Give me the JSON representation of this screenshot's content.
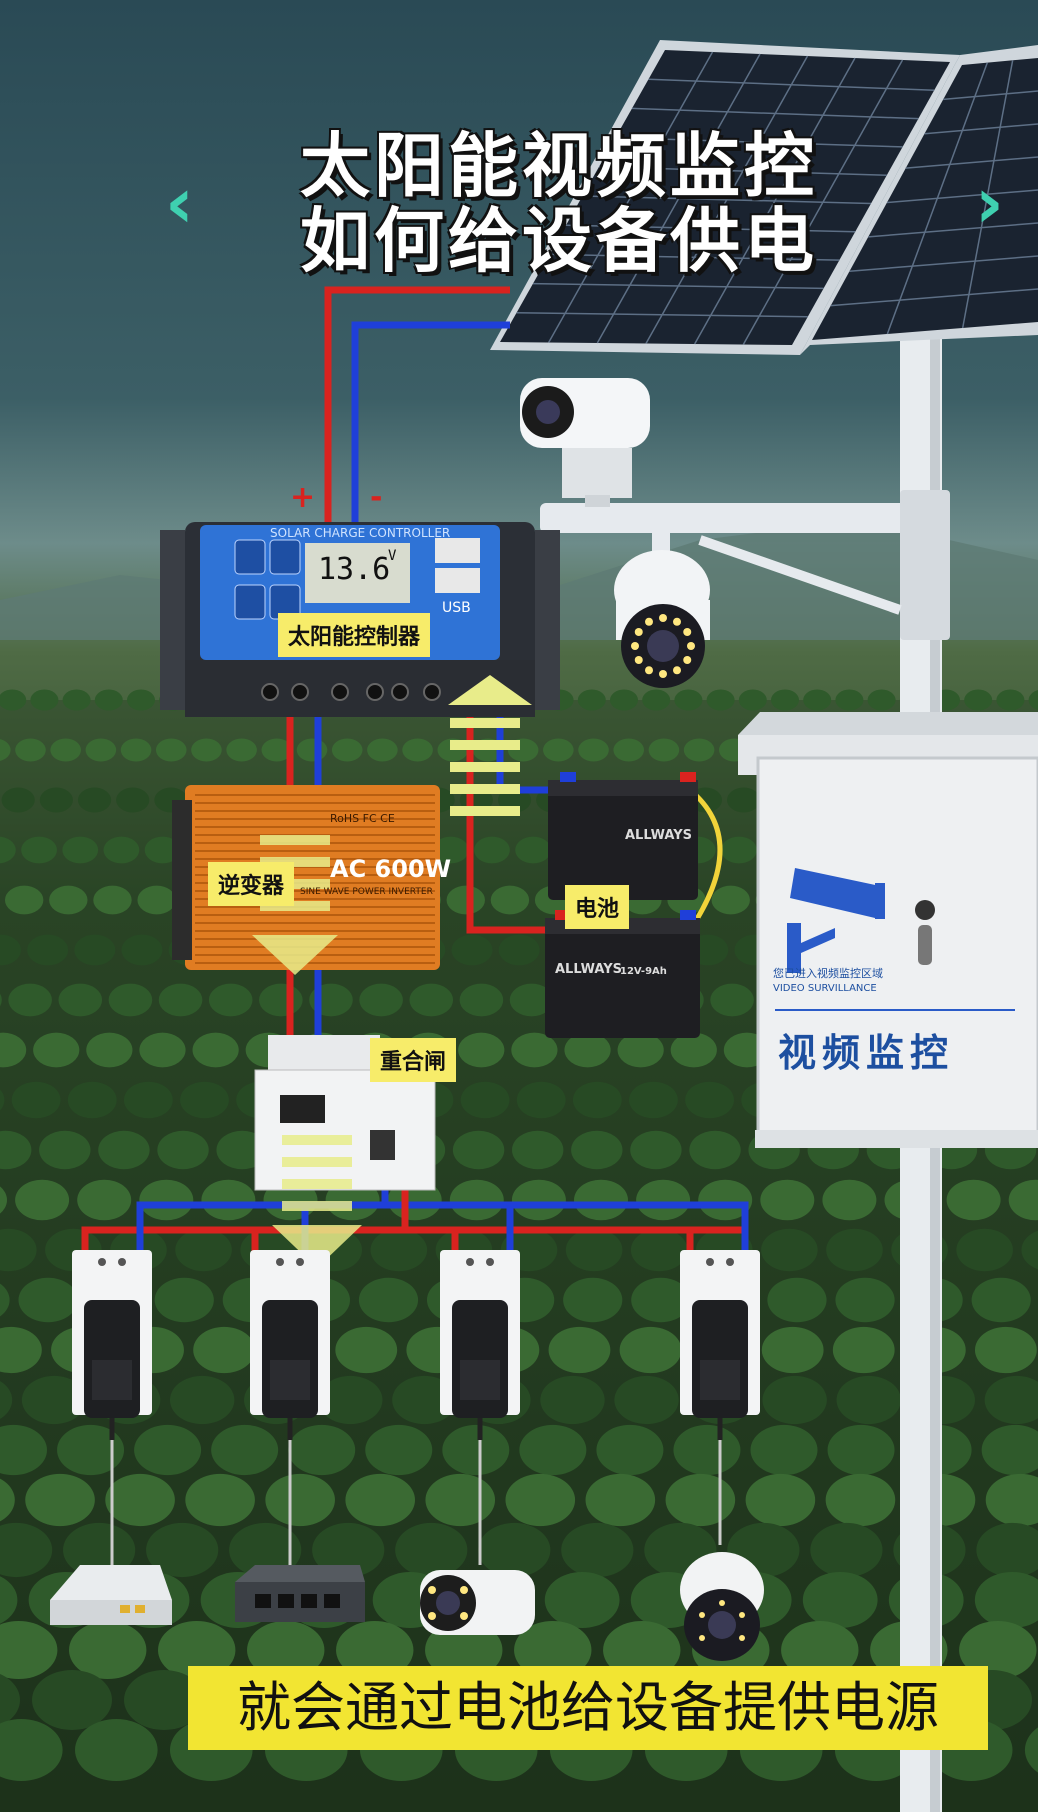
{
  "title": {
    "line1": "太阳能视频监控",
    "line2": "如何给设备供电"
  },
  "nav": {
    "prev": "‹",
    "next": "›"
  },
  "controller": {
    "header": "SOLAR CHARGE CONTROLLER",
    "reading": "13.6",
    "unit": "V",
    "usb": "USB",
    "label": "太阳能控制器",
    "plus": "+",
    "minus": "-"
  },
  "inverter": {
    "label": "逆变器",
    "rating": "AC 600W",
    "model": "RoHS  FC  CE",
    "subtitle": "SINE WAVE POWER INVERTER"
  },
  "battery": {
    "label": "电池",
    "brand_top": "ALLWAYS",
    "brand_bottom": "ALLWAYS",
    "spec": "12V-9Ah"
  },
  "recloser": {
    "label": "重合闸"
  },
  "cabinet": {
    "title": "视频监控",
    "notice": "您已进入视频监控区域",
    "notice_en": "VIDEO SURVILLANCE",
    "icon": "cctv-camera-icon"
  },
  "devices": [
    "router-icon",
    "network-switch-icon",
    "bullet-camera-icon",
    "dome-camera-icon"
  ],
  "caption": "就会通过电池给设备提供电源",
  "colors": {
    "positive_wire": "#d9231f",
    "negative_wire": "#1f3fd9",
    "tag": "#f7ec6a",
    "caption_bg": "#f2e532",
    "arrow": "#e8ec8a"
  }
}
